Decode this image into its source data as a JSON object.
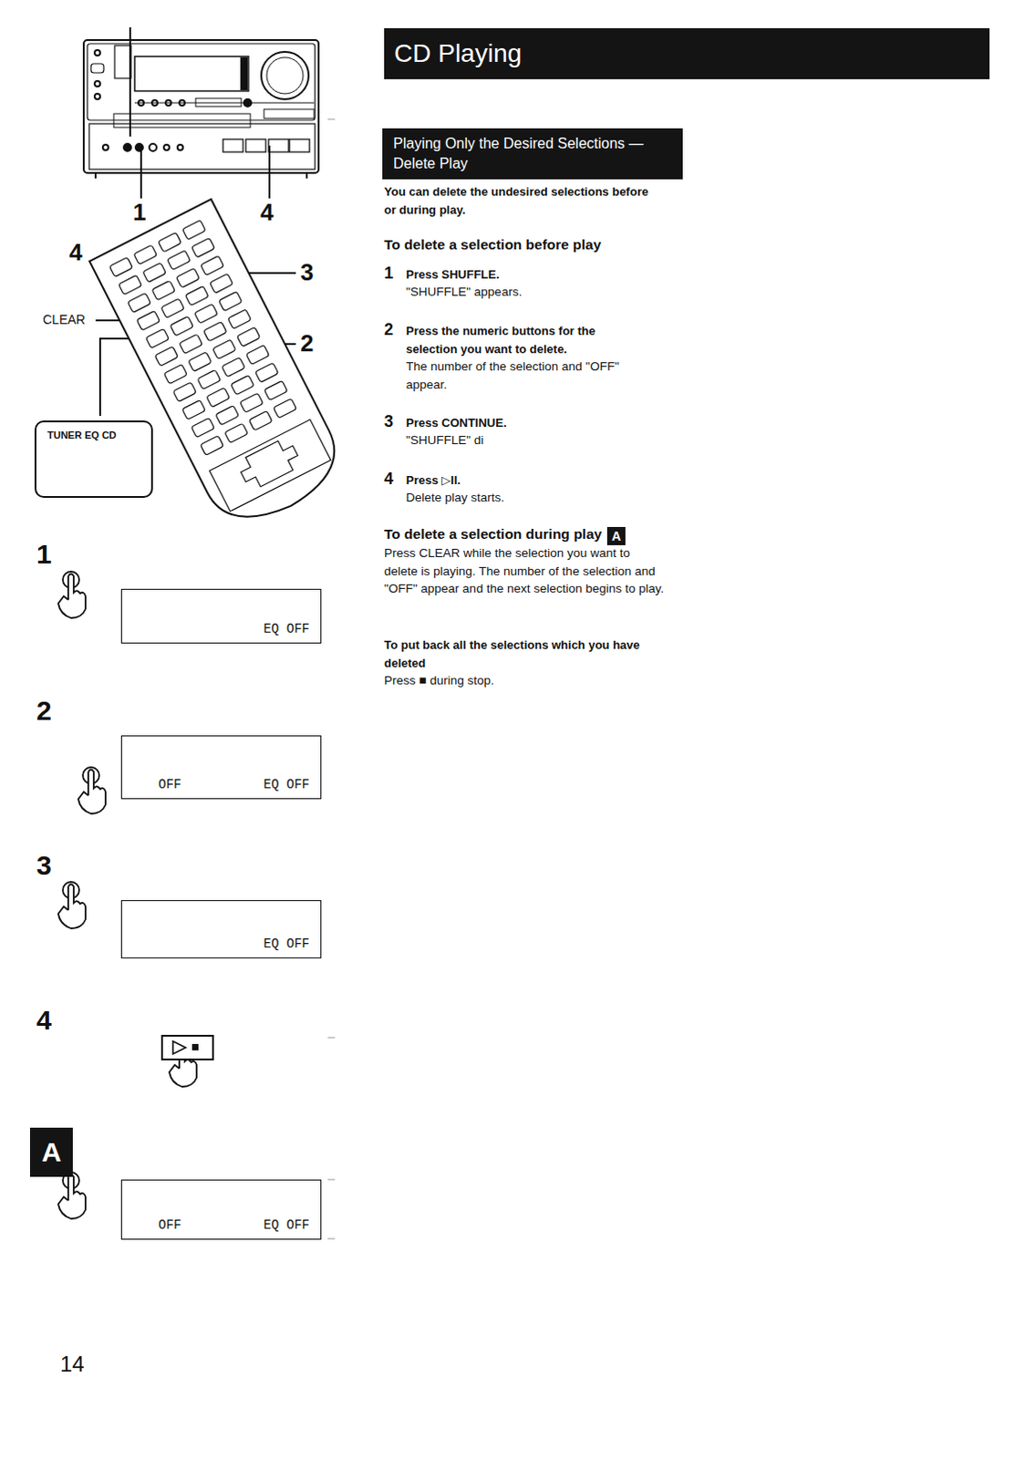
{
  "diagram": {
    "title": "CD Playing",
    "nodes": [
      {
        "text": [
          "Playing Only the Desired Selections — Delete Play"
        ]
      },
      {
        "text": [
          "TUNER EQ CD"
        ]
      },
      {
        "text": [
          "EQ OFF"
        ]
      },
      {
        "text": [
          "OFF",
          "EQ OFF"
        ]
      },
      {
        "text": [
          "EQ OFF"
        ]
      },
      {
        "text": [
          "OFF",
          "EQ OFF"
        ]
      }
    ],
    "labels": [
      "1",
      "4",
      "4",
      "3",
      "CLEAR",
      "2",
      "1",
      "2",
      "3",
      "4",
      "A",
      "14",
      "You can delete the undesired selections before or during play.",
      "To delete a selection before play",
      "1",
      "Press SHUFFLE.",
      "\"SHUFFLE\" appears.",
      "2",
      "Press the numeric buttons for the selection you want to delete.",
      "The number of the selection and \"OFF\" appear.",
      "3",
      "Press CONTINUE.",
      "\"SHUFFLE\" di",
      "4",
      "Press ▷II.",
      "Delete play starts.",
      "To delete a selection during play",
      "A",
      "Press CLEAR while the selection you want to delete is playing. The number of the selection and \"OFF\" appear and the next selection begins to play.",
      "To put back all the selections which you have deleted",
      "Press ■ during stop."
    ]
  }
}
